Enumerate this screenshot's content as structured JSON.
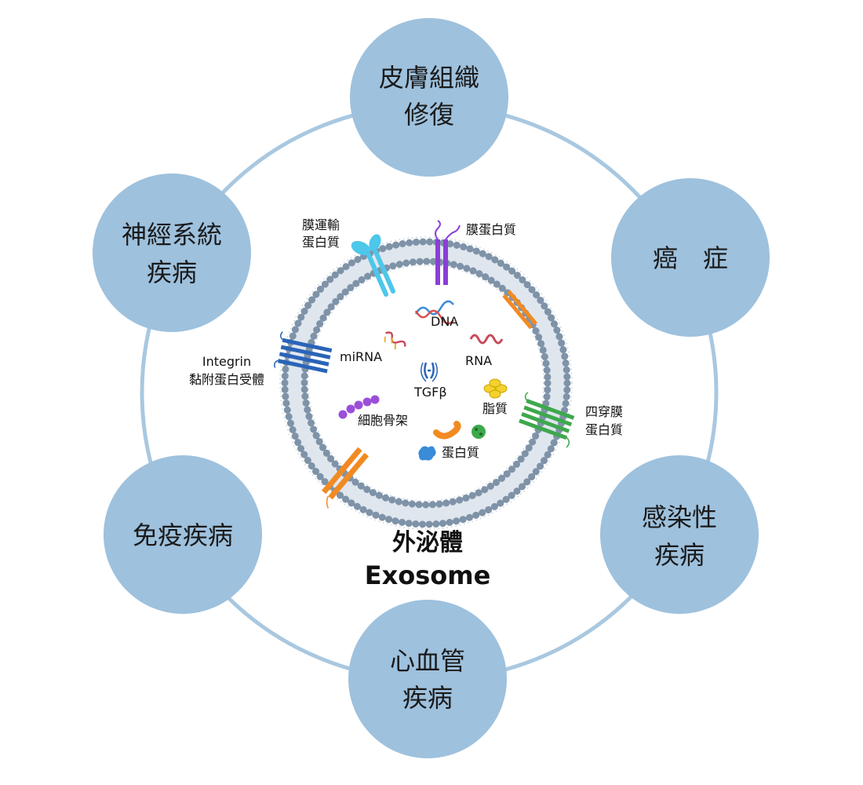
{
  "outer_nodes": [
    {
      "id": "skin",
      "lines": [
        "皮膚組織",
        "修復"
      ]
    },
    {
      "id": "cancer",
      "lines": [
        "癌　症"
      ]
    },
    {
      "id": "infectious",
      "lines": [
        "感染性",
        "疾病"
      ]
    },
    {
      "id": "cardiovascular",
      "lines": [
        "心血管",
        "疾病"
      ]
    },
    {
      "id": "immune",
      "lines": [
        "免疫疾病"
      ]
    },
    {
      "id": "neuro",
      "lines": [
        "神經系統",
        "疾病"
      ]
    }
  ],
  "exosome": {
    "title_cn": "外泌體",
    "title_en": "Exosome",
    "membrane_labels": {
      "transport_protein": [
        "膜運輸",
        "蛋白質"
      ],
      "membrane_protein": [
        "膜蛋白質"
      ],
      "integrin": [
        "Integrin",
        "黏附蛋白受體"
      ],
      "tetraspanin": [
        "四穿膜",
        "蛋白質"
      ]
    },
    "cargo_labels": {
      "dna": "DNA",
      "mirna": "miRNA",
      "rna": "RNA",
      "tgfb": "TGFβ",
      "lipid": "脂質",
      "cytoskeleton": "細胞骨架",
      "protein": "蛋白質"
    }
  },
  "colors": {
    "node_fill": "#9ec1dd",
    "ring_stroke": "#a9c8e0",
    "membrane_head": "#7f93a8",
    "transport_protein": "#4dc7ea",
    "membrane_protein": "#8a3fd6",
    "integrin": "#2a64b8",
    "tetraspanin": "#3ea84c",
    "orange_protein": "#f28a22",
    "cytoskeleton": "#9b4fd9",
    "lipid": "#f5d12f",
    "protein_blue": "#3a8bd8",
    "rna": "#c84a5a"
  }
}
